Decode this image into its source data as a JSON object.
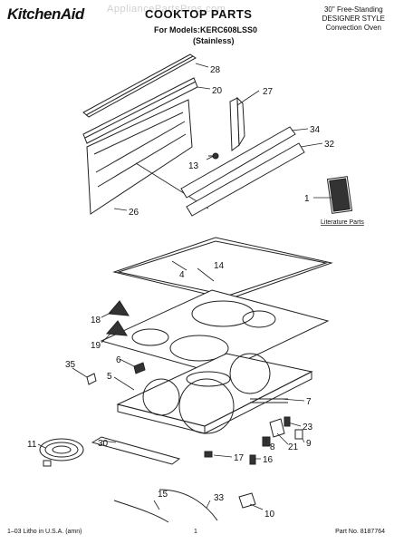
{
  "header": {
    "brand": "KitchenAid",
    "watermark": "AppliancePartsPros.com",
    "title": "COOKTOP PARTS",
    "models_line": "For Models:KERC608LSS0",
    "variant": "(Stainless)",
    "description": [
      "30\" Free-Standing",
      "DESIGNER STYLE",
      "Convection Oven"
    ]
  },
  "literature_label": "Literature Parts",
  "callouts": [
    {
      "id": "c28",
      "num": "28"
    },
    {
      "id": "c20",
      "num": "20"
    },
    {
      "id": "c27",
      "num": "27"
    },
    {
      "id": "c13",
      "num": "13"
    },
    {
      "id": "c34",
      "num": "34"
    },
    {
      "id": "c32",
      "num": "32"
    },
    {
      "id": "c26",
      "num": "26"
    },
    {
      "id": "c1",
      "num": "1"
    },
    {
      "id": "c14",
      "num": "14"
    },
    {
      "id": "c4",
      "num": "4"
    },
    {
      "id": "c18",
      "num": "18"
    },
    {
      "id": "c19",
      "num": "19"
    },
    {
      "id": "c35",
      "num": "35"
    },
    {
      "id": "c6",
      "num": "6"
    },
    {
      "id": "c5",
      "num": "5"
    },
    {
      "id": "c7",
      "num": "7"
    },
    {
      "id": "c23",
      "num": "23"
    },
    {
      "id": "c8",
      "num": "8"
    },
    {
      "id": "c21",
      "num": "21"
    },
    {
      "id": "c9",
      "num": "9"
    },
    {
      "id": "c11",
      "num": "11"
    },
    {
      "id": "c30",
      "num": "30"
    },
    {
      "id": "c17",
      "num": "17"
    },
    {
      "id": "c16",
      "num": "16"
    },
    {
      "id": "c33",
      "num": "33"
    },
    {
      "id": "c15",
      "num": "15"
    },
    {
      "id": "c10",
      "num": "10"
    }
  ],
  "footer": {
    "left": "1–03 Litho in U.S.A. (amn)",
    "page": "1",
    "part_no": "Part No. 8187764"
  }
}
